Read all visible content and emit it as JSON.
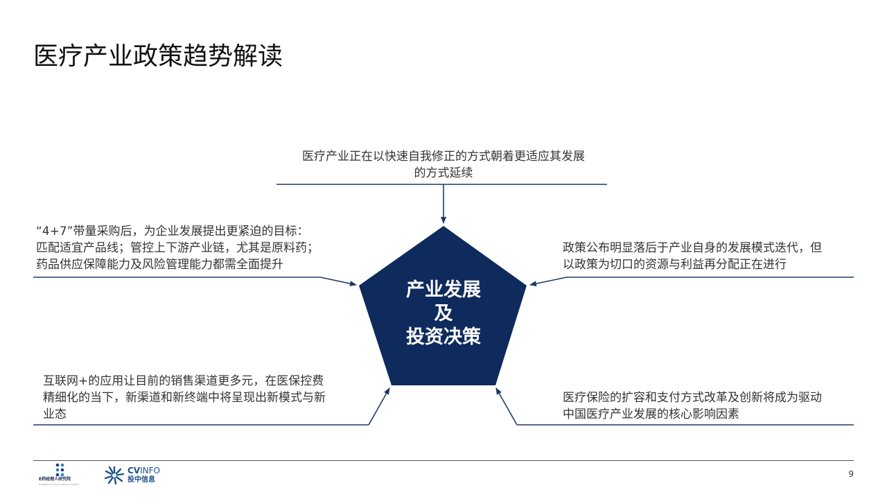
{
  "slide": {
    "title": "医疗产业政策趋势解读",
    "page_number": "9"
  },
  "center": {
    "line1": "产业发展",
    "line2": "及",
    "line3": "投资决策",
    "fill_color": "#0f2a5c"
  },
  "points": {
    "top": {
      "line1": "医疗产业正在以快速自我修正的方式朝着更适应其发展",
      "line2": "的方式延续"
    },
    "upper_left": {
      "line1": "“4+7”带量采购后，为企业发展提出更紧迫的目标：",
      "line2": "匹配适宜产品线；管控上下游产业链，尤其是原料药；",
      "line3": "药品供应保障能力及风险管理能力都需全面提升"
    },
    "upper_right": {
      "line1": "政策公布明显落后于产业自身的发展模式迭代，但",
      "line2": "以政策为切口的资源与利益再分配正在进行"
    },
    "lower_left": {
      "line1": "互联网+的应用让目前的销售渠道更多元，在医保控费",
      "line2": "精细化的当下，新渠道和新终端中将呈现出新模式与新",
      "line3": "业态"
    },
    "lower_right": {
      "line1": "医疗保险的扩容和支付方式改革及创新将成为驱动",
      "line2": "中国医疗产业发展的核心影响因素"
    }
  },
  "connector_color": "#1f3864",
  "footer": {
    "logo_left": {
      "name": "E药经理人研究院",
      "subtitle": "Healthcare Executive Research Center",
      "icon": "dot-grid-logo-icon"
    },
    "logo_right": {
      "name_en_bold": "CV",
      "name_en_light": "INFO",
      "name_cn": "投中信息",
      "icon": "starburst-logo-icon"
    }
  }
}
